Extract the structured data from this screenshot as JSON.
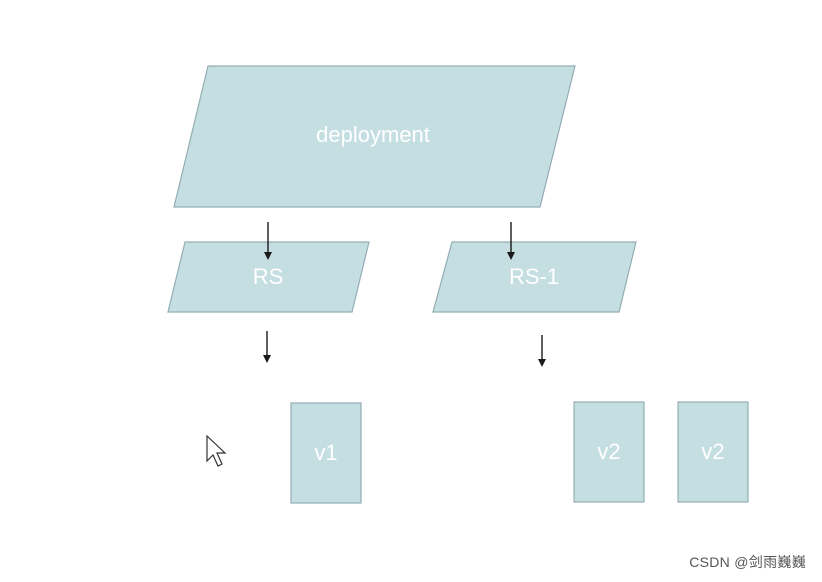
{
  "nodes": {
    "deployment": "deployment",
    "rs": "RS",
    "rs1": "RS-1",
    "pod_v1": "v1",
    "pod_v2_a": "v2",
    "pod_v2_b": "v2"
  },
  "colors": {
    "shape_fill": "#c4dee2",
    "shape_border": "#93aeb3",
    "label_text": "#ffffff",
    "arrow": "#1a1a1a"
  },
  "watermark": "CSDN @剑雨巍巍"
}
